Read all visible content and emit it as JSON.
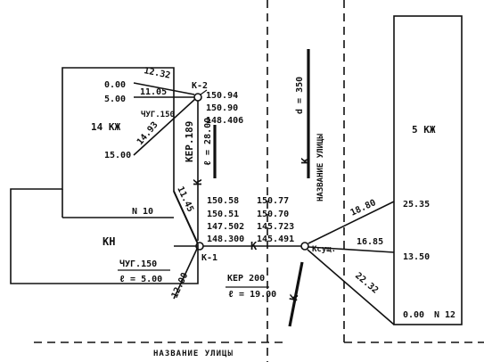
{
  "buildings": {
    "b14": {
      "name": "14 КЖ",
      "number": "N 10",
      "elevations": [
        "0.00",
        "5.00",
        "15.00"
      ],
      "pipe_note": "ЧУГ.150"
    },
    "kn": {
      "name": "КН"
    },
    "b5": {
      "name": "5 КЖ",
      "number": "N 12",
      "elevations": [
        "25.35",
        "13.50",
        "0.00"
      ]
    }
  },
  "wells": {
    "k2": {
      "label": "К-2",
      "levels": [
        "150.94",
        "150.90",
        "148.406"
      ]
    },
    "k1": {
      "label": "К-1",
      "levels": [
        "150.58",
        "150.51",
        "147.502",
        "148.300"
      ]
    },
    "ksush": {
      "label": "Ксущ.",
      "levels": [
        "150.77",
        "150.70",
        "145.723",
        "145.491"
      ]
    }
  },
  "distances": {
    "k2_0": "12.32",
    "k2_5": "11.05",
    "k2_15": "14.93",
    "k1_up": "11.45",
    "k1_down": "12.00",
    "ks_25": "18.80",
    "ks_13": "16.85",
    "ks_0": "22.32"
  },
  "pipes": {
    "k2_k1": {
      "material": "КЕР.189",
      "length": "ℓ = 28.00"
    },
    "kn_out": {
      "material": "ЧУГ.150",
      "length": "ℓ = 5.00"
    },
    "k1_ks": {
      "material": "КЕР 200",
      "length": "ℓ = 19.00"
    },
    "main": {
      "diameter": "d = 350"
    }
  },
  "symbols": {
    "sewer": "К"
  },
  "streets": {
    "vertical": "НАЗВАНИЕ УЛИЦЫ",
    "bottom": "НАЗВАНИЕ УЛИЦЫ"
  }
}
